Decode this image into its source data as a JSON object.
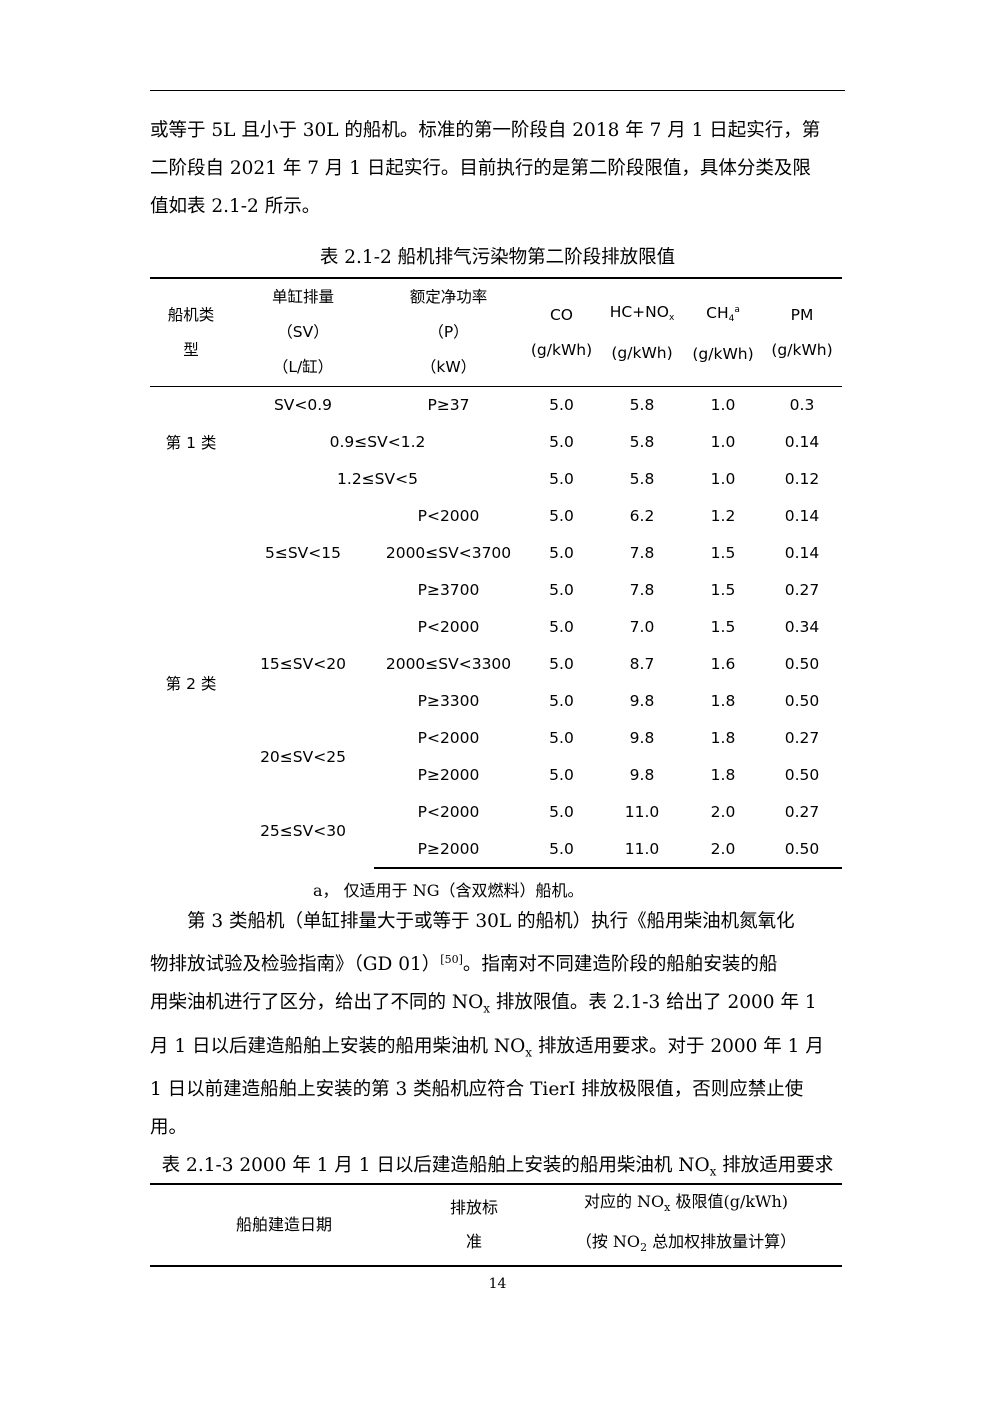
{
  "para1": {
    "lines": [
      "或等于 5L 且小于 30L 的船机。标准的第一阶段自 2018 年 7 月 1 日起实行，第",
      "二阶段自 2021 年 7 月 1 日起实行。目前执行的是第二阶段限值，具体分类及限",
      "值如表 2.1-2 所示。"
    ]
  },
  "table1": {
    "caption": "表 2.1-2  船机排气污染物第二阶段排放限值",
    "header": {
      "type": [
        "船机类",
        "型"
      ],
      "sv": [
        "单缸排量",
        "（SV）",
        "（L/缸）"
      ],
      "p": [
        "额定净功率",
        "（P）",
        "（kW）"
      ],
      "co": [
        "CO",
        "(g/kWh)"
      ],
      "hcnox": {
        "base": "HC+NO",
        "sub": "x",
        "unit": "(g/kWh)"
      },
      "ch4": {
        "base": "CH",
        "sub": "4",
        "sup": "a",
        "unit": "(g/kWh)"
      },
      "pm": [
        "PM",
        "(g/kWh)"
      ]
    },
    "class1": "第 1 类",
    "class2": "第 2 类",
    "sv_groups": [
      "5≤SV<15",
      "15≤SV<20",
      "20≤SV<25",
      "25≤SV<30"
    ],
    "rows": [
      {
        "sv": "SV<0.9",
        "p": "P≥37",
        "co": "5.0",
        "hc": "5.8",
        "ch4": "1.0",
        "pm": "0.3"
      },
      {
        "svp": "0.9≤SV<1.2",
        "co": "5.0",
        "hc": "5.8",
        "ch4": "1.0",
        "pm": "0.14"
      },
      {
        "svp": "1.2≤SV<5",
        "co": "5.0",
        "hc": "5.8",
        "ch4": "1.0",
        "pm": "0.12"
      },
      {
        "p": "P<2000",
        "co": "5.0",
        "hc": "6.2",
        "ch4": "1.2",
        "pm": "0.14"
      },
      {
        "p": "2000≤SV<3700",
        "co": "5.0",
        "hc": "7.8",
        "ch4": "1.5",
        "pm": "0.14"
      },
      {
        "p": "P≥3700",
        "co": "5.0",
        "hc": "7.8",
        "ch4": "1.5",
        "pm": "0.27"
      },
      {
        "p": "P<2000",
        "co": "5.0",
        "hc": "7.0",
        "ch4": "1.5",
        "pm": "0.34"
      },
      {
        "p": "2000≤SV<3300",
        "co": "5.0",
        "hc": "8.7",
        "ch4": "1.6",
        "pm": "0.50"
      },
      {
        "p": "P≥3300",
        "co": "5.0",
        "hc": "9.8",
        "ch4": "1.8",
        "pm": "0.50"
      },
      {
        "p": "P<2000",
        "co": "5.0",
        "hc": "9.8",
        "ch4": "1.8",
        "pm": "0.27"
      },
      {
        "p": "P≥2000",
        "co": "5.0",
        "hc": "9.8",
        "ch4": "1.8",
        "pm": "0.50"
      },
      {
        "p": "P<2000",
        "co": "5.0",
        "hc": "11.0",
        "ch4": "2.0",
        "pm": "0.27"
      },
      {
        "p": "P≥2000",
        "co": "5.0",
        "hc": "11.0",
        "ch4": "2.0",
        "pm": "0.50"
      }
    ],
    "note": "a，  仅适用于 NG（含双燃料）船机。"
  },
  "para2": {
    "line1": "第 3 类船机（单缸排量大于或等于 30L 的船机）执行《船用柴油机氮氧化",
    "line2a": "物排放试验及检验指南》（GD 01）",
    "line2ref": "[50]",
    "line2b": "。指南对不同建造阶段的船舶安装的船",
    "line3a": "用柴油机进行了区分，给出了不同的 NO",
    "line3sub": "x",
    "line3b": " 排放限值。表 2.1-3 给出了 2000 年 1",
    "line4a": "月 1 日以后建造船舶上安装的船用柴油机 NO",
    "line4sub": "x",
    "line4b": " 排放适用要求。对于 2000 年 1 月",
    "line5": "1 日以前建造船舶上安装的第 3 类船机应符合 TierI 排放极限值，否则应禁止使",
    "line6": "用。"
  },
  "table2": {
    "caption_a": "表 2.1-3 2000 年 1 月 1 日以后建造船舶上安装的船用柴油机 NO",
    "caption_sub": "x",
    "caption_b": " 排放适用要求",
    "h1": "船舶建造日期",
    "h2": [
      "排放标",
      "准"
    ],
    "h3a": "对应的 NO",
    "h3sub": "x",
    "h3b": " 极限值(g/kWh)",
    "h3line2a": "（按 NO",
    "h3line2sub": "2",
    "h3line2b": " 总加权排放量计算）"
  },
  "page_number": "14"
}
